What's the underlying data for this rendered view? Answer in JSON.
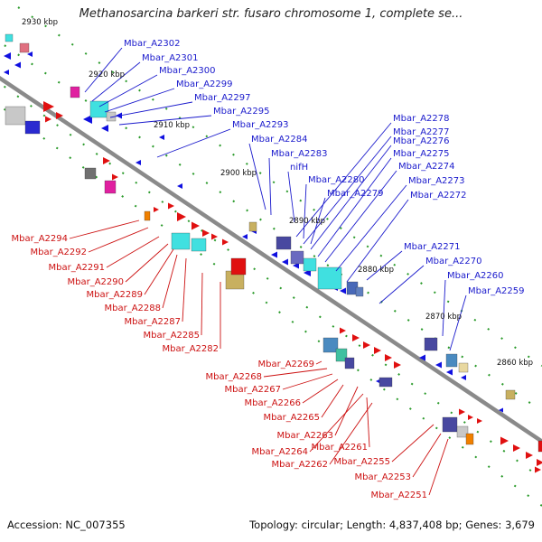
{
  "title": "Methanosarcina barkeri str. fusaro chromosome 1, complete se...",
  "footer": {
    "accession": "Accession: NC_007355",
    "topology": "Topology: circular; Length: 4,837,408 bp; Genes: 3,679"
  },
  "colors": {
    "forward_label": "#1a1acc",
    "reverse_label": "#cc1111",
    "backbone": "#8a8a8a"
  },
  "kbp_ticks": [
    "2930 kbp",
    "2920 kbp",
    "2910 kbp",
    "2900 kbp",
    "2890 kbp",
    "2880 kbp",
    "2870 kbp",
    "2860 kbp"
  ],
  "forward_genes": [
    "Mbar_A2302",
    "Mbar_A2301",
    "Mbar_A2300",
    "Mbar_A2299",
    "Mbar_A2297",
    "Mbar_A2295",
    "Mbar_A2293",
    "Mbar_A2284",
    "Mbar_A2283",
    "nifH",
    "Mbar_A2280",
    "Mbar_A2279",
    "Mbar_A2278",
    "Mbar_A2277",
    "Mbar_A2276",
    "Mbar_A2275",
    "Mbar_A2274",
    "Mbar_A2273",
    "Mbar_A2272",
    "Mbar_A2271",
    "Mbar_A2270",
    "Mbar_A2260",
    "Mbar_A2259"
  ],
  "reverse_genes": [
    "Mbar_A2294",
    "Mbar_A2292",
    "Mbar_A2291",
    "Mbar_A2290",
    "Mbar_A2289",
    "Mbar_A2288",
    "Mbar_A2287",
    "Mbar_A2285",
    "Mbar_A2282",
    "Mbar_A2269",
    "Mbar_A2268",
    "Mbar_A2267",
    "Mbar_A2266",
    "Mbar_A2265",
    "Mbar_A2263",
    "Mbar_A2264",
    "Mbar_A2261",
    "Mbar_A2262",
    "Mbar_A2255",
    "Mbar_A2253",
    "Mbar_A2251"
  ]
}
